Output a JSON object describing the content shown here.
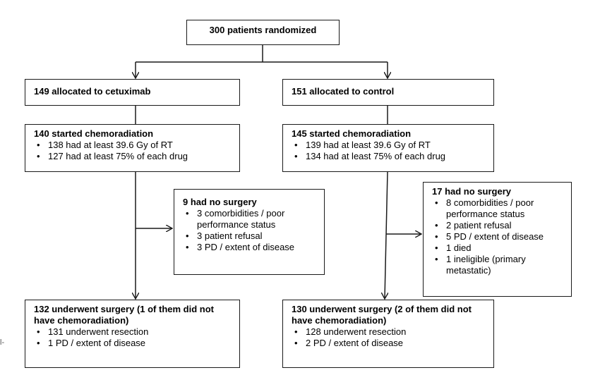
{
  "top": {
    "title": "300 patients randomized"
  },
  "left": {
    "allocation": "149 allocated to cetuximab",
    "started": {
      "title": "140 started chemoradiation",
      "items": [
        "138 had at least 39.6 Gy of RT",
        "127 had at least 75% of each drug"
      ]
    },
    "no_surgery": {
      "title": "9 had no surgery",
      "items": [
        "3 comorbidities / poor performance status",
        "3 patient refusal",
        "3 PD / extent of disease"
      ]
    },
    "surgery": {
      "title": "132 underwent surgery (1 of them did not have chemoradiation)",
      "items": [
        "131 underwent resection",
        "1 PD / extent of disease"
      ]
    }
  },
  "right": {
    "allocation": "151 allocated to control",
    "started": {
      "title": "145 started chemoradiation",
      "items": [
        "139 had at least 39.6 Gy of RT",
        "134 had at least 75% of each drug"
      ]
    },
    "no_surgery": {
      "title": "17 had no surgery",
      "items": [
        "8 comorbidities / poor performance status",
        "2 patient refusal",
        "5 PD / extent of disease",
        "1 died",
        "1 ineligible (primary metastatic)"
      ]
    },
    "surgery": {
      "title": "130 underwent surgery (2 of them did not have chemoradiation)",
      "items": [
        "128 underwent resection",
        "2 PD / extent of disease"
      ]
    }
  },
  "margin_mark": "l-"
}
